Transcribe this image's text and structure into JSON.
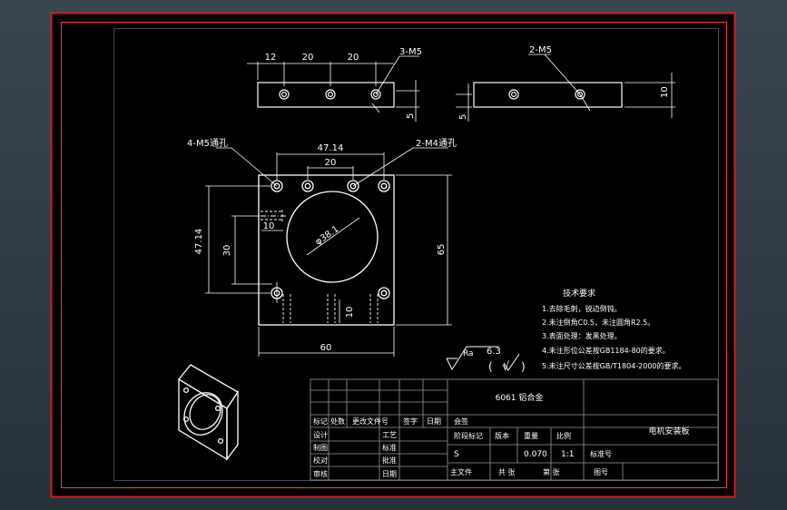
{
  "colors": {
    "background": "#000000",
    "frame_outer": "#d21e1e",
    "frame_inner": "#ff3030",
    "line": "#ffffff",
    "table_line": "#8a8a8a",
    "text": "#ffffff",
    "border_area": "#2f3a44"
  },
  "top_left_view": {
    "dims": [
      "12",
      "20",
      "20"
    ],
    "callout": "3-M5",
    "side_dim": "5"
  },
  "top_right_view": {
    "callout": "2-M5",
    "side_dim_right": "10",
    "side_dim_left": "5"
  },
  "front_view": {
    "callout_left": "4-M5通孔",
    "callout_right": "2-M4通孔",
    "dim_top": "47.14",
    "dim_top_inner": "20",
    "dim_left_outer": "47.14",
    "dim_left_inner": "30",
    "dim_hole_offset": "10",
    "dim_bottom_hole": "10",
    "dim_right": "65",
    "dim_bottom": "60",
    "bore_dim": "φ38.1"
  },
  "roughness": {
    "label": "Ra",
    "value": "6.3",
    "open": "(",
    "check": "√",
    "close": ")"
  },
  "tech_requirements": {
    "title": "技术要求",
    "lines": [
      "1.去除毛刺，锐边倒钝。",
      "2.未注倒角C0.5，未注圆角R2.5。",
      "3.表面处理：发黑处理。",
      "4.未注形位公差按GB1184-80的要求。",
      "5.未注尺寸公差按GB/T1804-2000的要求。"
    ]
  },
  "title_block": {
    "material": "6061 铝合金",
    "drawing_name": "电机安装板",
    "header_cells": [
      "标记",
      "处数",
      "更改文件号",
      "签字",
      "日期"
    ],
    "left_rows": [
      "设计",
      "制图",
      "校对",
      "审核"
    ],
    "mid_labels": [
      "工艺",
      "标准",
      "批准",
      "日期"
    ],
    "review_label": "会签",
    "stage_label": "阶段标记",
    "weight_label": "重量",
    "scale_label": "比例",
    "copy_label": "版本",
    "stage_value": "S",
    "weight_value": "0.070",
    "scale_value": "1:1",
    "part_no_label": "标准号",
    "sheet_label1": "共 张",
    "sheet_label2": "第 张",
    "drawing_no_label": "图号",
    "total_label": "主文件"
  }
}
